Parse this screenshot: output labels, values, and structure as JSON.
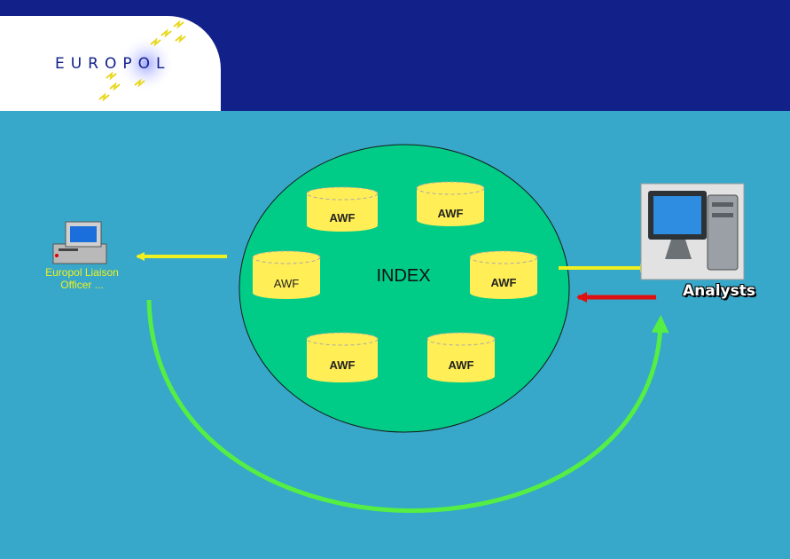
{
  "logo": {
    "text": "EUROPOL",
    "stars_color": "#ffee33"
  },
  "colors": {
    "header": "#12208a",
    "background": "#37a8c9",
    "index_circle": "#00cc88",
    "database": "#ffee55",
    "arrow_yellow": "#f0f020",
    "arrow_red": "#e01010",
    "arrow_green": "#55ee44"
  },
  "diagram": {
    "center_label": "INDEX",
    "databases": [
      {
        "label": "AWF"
      },
      {
        "label": "AWF"
      },
      {
        "label": "AWF"
      },
      {
        "label": "AWF"
      },
      {
        "label": "AWF"
      },
      {
        "label": "AWF"
      }
    ],
    "officer_label": "Europol Liaison Officer ...",
    "analysts_label": "Analysts",
    "officer_icon": "desktop-computer-icon",
    "analysts_icon": "monitor-computer-icon"
  }
}
